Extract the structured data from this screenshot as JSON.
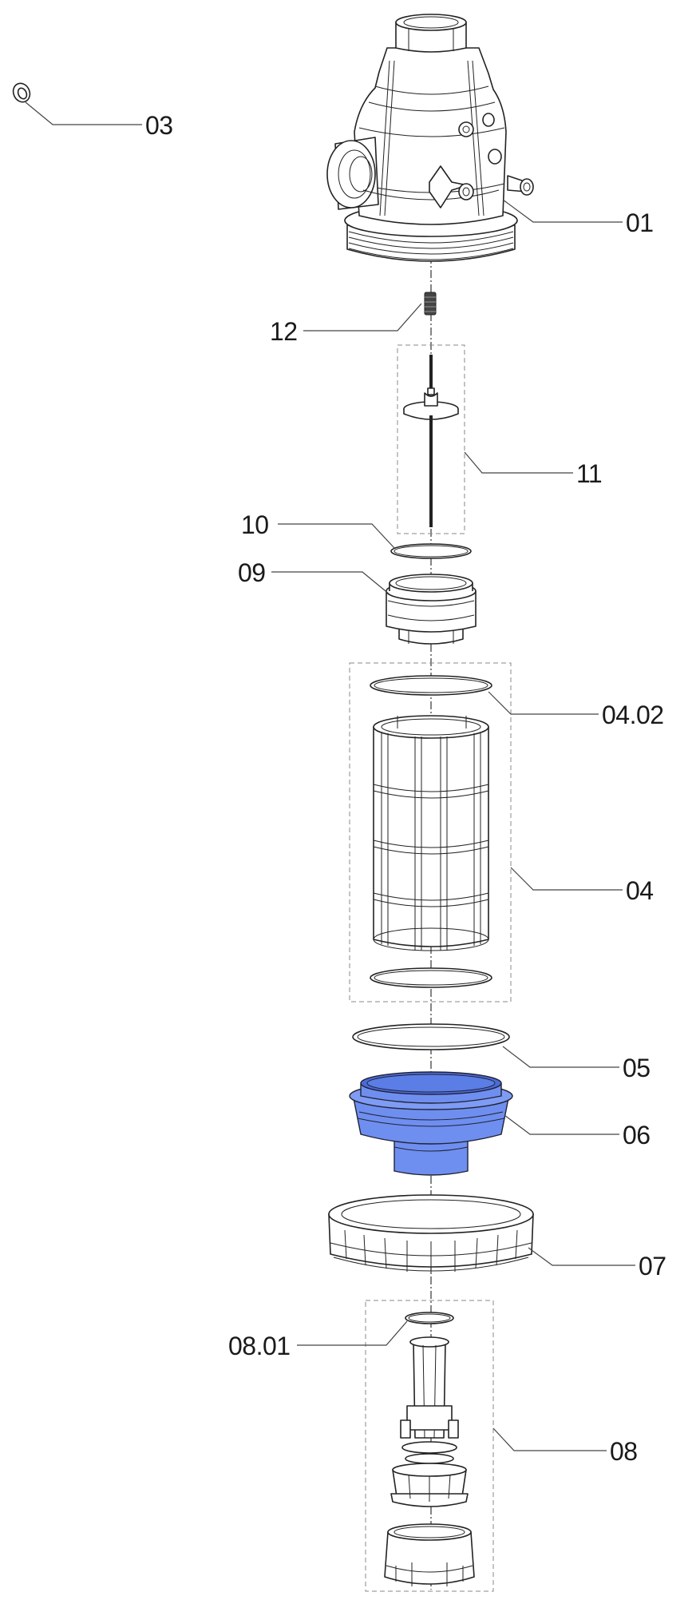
{
  "labels": {
    "p01": "01",
    "p03": "03",
    "p04": "04",
    "p0402": "04.02",
    "p05": "05",
    "p06": "06",
    "p07": "07",
    "p08": "08",
    "p0801": "08.01",
    "p09": "09",
    "p10": "10",
    "p11": "11",
    "p12": "12"
  },
  "colors": {
    "highlight": "#6e8ff0",
    "highlight_dark": "#4a6ad8",
    "line": "#222222"
  }
}
